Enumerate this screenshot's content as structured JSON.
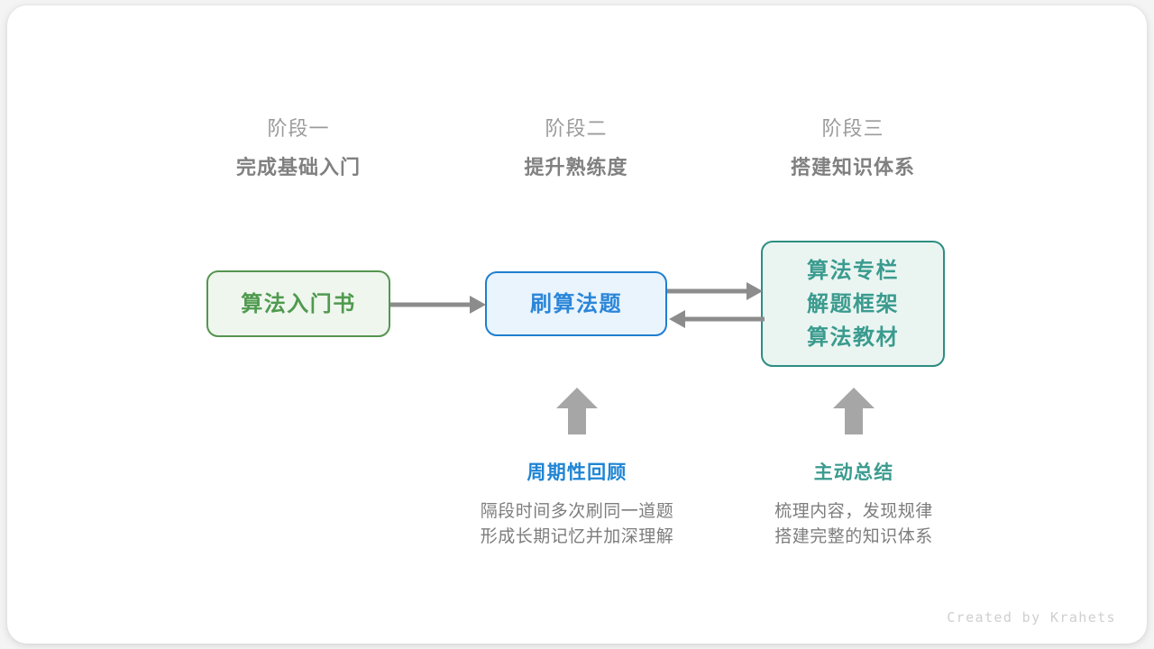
{
  "diagram": {
    "watermark": "Created by Krahets",
    "colors": {
      "green": "#4f9a4f",
      "green_border": "#55954f",
      "green_fill": "#eff6ee",
      "blue": "#2b86d8",
      "blue_border": "#1f7fd0",
      "blue_fill": "#e9f4fd",
      "teal": "#3a9b8e",
      "teal_border": "#2e8d82",
      "teal_fill": "#eaf5f2",
      "arrow_gray": "#8c8c8c",
      "header_gray": "#9b9b9b",
      "subtitle_gray": "#808080",
      "body_gray": "#7d7d7d",
      "watermark_gray": "#cfcfcf"
    },
    "stages": [
      {
        "index": "阶段一",
        "title": "完成基础入门"
      },
      {
        "index": "阶段二",
        "title": "提升熟练度"
      },
      {
        "index": "阶段三",
        "title": "搭建知识体系"
      }
    ],
    "boxes": [
      {
        "id": "box-intro-book",
        "theme": "green",
        "lines": [
          "算法入门书"
        ]
      },
      {
        "id": "box-practice-problems",
        "theme": "blue",
        "lines": [
          "刷算法题"
        ]
      },
      {
        "id": "box-knowledge-sources",
        "theme": "teal",
        "lines": [
          "算法专栏",
          "解题框架",
          "算法教材"
        ]
      }
    ],
    "notes": [
      {
        "id": "note-periodic-review",
        "theme": "blue",
        "title": "周期性回顾",
        "body_lines": [
          "隔段时间多次刷同一道题",
          "形成长期记忆并加深理解"
        ]
      },
      {
        "id": "note-active-summary",
        "theme": "teal",
        "title": "主动总结",
        "body_lines": [
          "梳理内容，发现规律",
          "搭建完整的知识体系"
        ]
      }
    ]
  }
}
